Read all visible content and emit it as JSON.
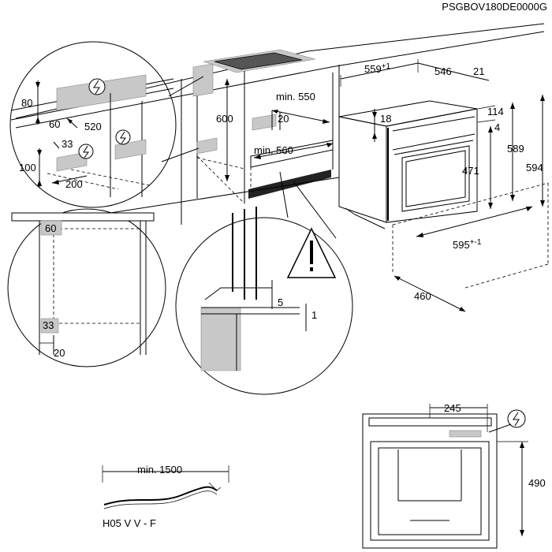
{
  "product_code": "PSGBOV180DE0000G",
  "dimensions": {
    "d559": "559",
    "d559_tol": "+1",
    "d546": "546",
    "d21": "21",
    "d114": "114",
    "d4": "4",
    "d589": "589",
    "d594": "594",
    "d18": "18",
    "d471": "471",
    "d595": "595",
    "d595_tol": "+-1",
    "d460": "460",
    "d600": "600",
    "min550": "min. 550",
    "min560": "min. 560",
    "d20_cab": "20",
    "d80": "80",
    "d60_top": "60",
    "d520": "520",
    "d33_top": "33",
    "d100": "100",
    "d200": "200",
    "d60_detail": "60",
    "d33_detail": "33",
    "d20_detail": "20",
    "d5": "5",
    "d1": "1",
    "d245": "245",
    "d490": "490",
    "cable_min": "min. 1500"
  },
  "cable_type": "H05 V V - F",
  "icons": {
    "power": "power-lightning-icon",
    "warning": "warning-triangle-icon"
  }
}
